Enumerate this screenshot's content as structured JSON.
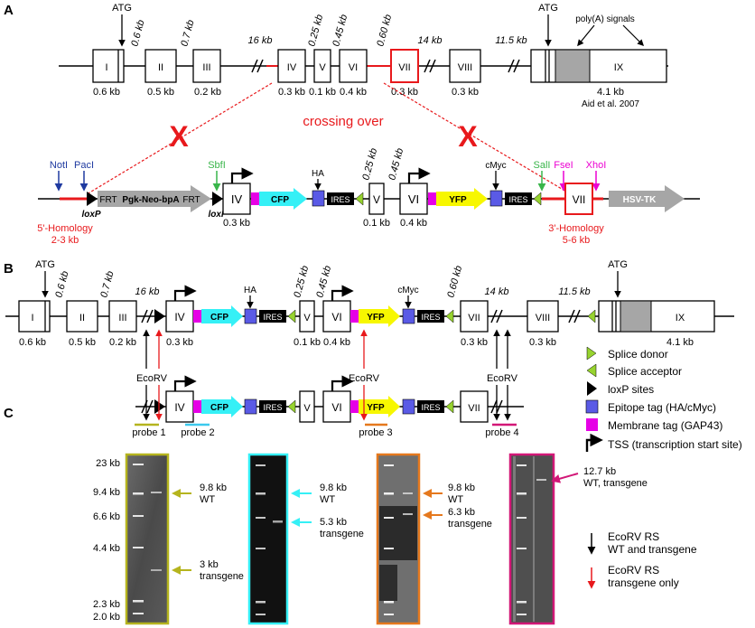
{
  "panels": {
    "a": "A",
    "b": "B",
    "c": "C"
  },
  "colors": {
    "red": "#e8191c",
    "blue": "#1f3aa0",
    "green": "#39b54a",
    "magenta": "#ec00d2",
    "cyan": "#35f0f6",
    "yellow": "#f7f700",
    "epitope": "#5a5ae6",
    "membrane": "#e600e6",
    "grey": "#a6a6a6",
    "donor": "#97d32f",
    "probe1": "#b5b41e",
    "probe2": "#3cc9ed",
    "probe3": "#e5781d",
    "probe4": "#d21777"
  },
  "panel_a": {
    "gene": {
      "atg1": "ATG",
      "atg2": "ATG",
      "polya": "poly(A) signals",
      "aid": "Aid et al. 2007",
      "exons": {
        "e1": "I",
        "e2": "II",
        "e3": "III",
        "e4": "IV",
        "e5": "V",
        "e6": "VI",
        "e7": "VII",
        "e8": "VIII",
        "e9": "IX"
      },
      "sizes": {
        "e1": "0.6 kb",
        "e2": "0.5 kb",
        "e3": "0.2 kb",
        "e4": "0.3 kb",
        "e5": "0.1 kb",
        "e6": "0.4 kb",
        "e7": "0.3 kb",
        "e8": "0.3 kb",
        "e9": "4.1 kb"
      },
      "introns": {
        "i1": "0.6 kb",
        "i2": "0.7 kb",
        "i3": "16 kb",
        "i4": "0.25 kb",
        "i5": "0.45 kb",
        "i6": "0.60 kb",
        "i7": "14 kb",
        "i8": "11.5 kb"
      }
    },
    "crossing_over": "crossing over",
    "x_mark": "X",
    "vector": {
      "noti": "NotI",
      "paci": "PacI",
      "sbfi": "SbfI",
      "sali": "SalI",
      "fsei": "FseI",
      "xhoi": "XhoI",
      "ha": "HA",
      "cmyc": "cMyc",
      "loxp": "loxP",
      "frt": "FRT",
      "neo": "Pgk-Neo-bpA",
      "cfp": "CFP",
      "yfp": "YFP",
      "ires": "IRES",
      "hsvtk": "HSV-TK",
      "exons": {
        "e4": "IV",
        "e5": "V",
        "e6": "VI",
        "e7": "VII"
      },
      "sizes": {
        "e4": "0.3 kb",
        "e5": "0.1 kb",
        "e6": "0.4 kb"
      },
      "introns": {
        "i4": "0.25 kb",
        "i5": "0.45 kb"
      },
      "homology5": "5'-Homology",
      "homology5_size": "2-3 kb",
      "homology3": "3'-Homology",
      "homology3_size": "5-6 kb"
    }
  },
  "panel_b": {
    "atg1": "ATG",
    "atg2": "ATG",
    "ha": "HA",
    "cmyc": "cMyc",
    "exons": {
      "e1": "I",
      "e2": "II",
      "e3": "III",
      "e4": "IV",
      "e5": "V",
      "e6": "VI",
      "e7": "VII",
      "e8": "VIII",
      "e9": "IX"
    },
    "sizes": {
      "e1": "0.6 kb",
      "e2": "0.5 kb",
      "e3": "0.2 kb",
      "e4": "0.3 kb",
      "e5": "0.1 kb",
      "e6": "0.4 kb",
      "e7": "0.3 kb",
      "e8": "0.3 kb",
      "e9": "4.1 kb"
    },
    "introns": {
      "i1": "0.6 kb",
      "i2": "0.7 kb",
      "i3": "16 kb",
      "i4": "0.25 kb",
      "i5": "0.45 kb",
      "i6": "0.60 kb",
      "i7": "14 kb",
      "i8": "11.5 kb"
    },
    "cfp": "CFP",
    "yfp": "YFP",
    "ires": "IRES",
    "ecorv": "EcoRV"
  },
  "legend": {
    "donor": "Splice donor",
    "acceptor": "Splice acceptor",
    "loxp": "loxP sites",
    "epitope": "Epitope tag (HA/cMyc)",
    "membrane": "Membrane tag (GAP43)",
    "tss": "TSS (transcription start site)",
    "rs_both_1": "EcoRV RS",
    "rs_both_2": "WT and transgene",
    "rs_tg_1": "EcoRV RS",
    "rs_tg_2": "transgene only"
  },
  "panel_c": {
    "map": {
      "exons": {
        "e4": "IV",
        "e5": "V",
        "e6": "VI",
        "e7": "VII"
      },
      "cfp": "CFP",
      "yfp": "YFP",
      "ires": "IRES"
    },
    "probes": {
      "p1": "probe 1",
      "p2": "probe 2",
      "p3": "probe 3",
      "p4": "probe 4"
    },
    "ladder": [
      "23 kb",
      "9.4 kb",
      "6.6 kb",
      "4.4 kb",
      "2.3 kb",
      "2.0 kb"
    ],
    "blot1": {
      "band1": "9.8 kb",
      "band1b": "WT",
      "band2": "3 kb",
      "band2b": "transgene"
    },
    "blot2": {
      "band1": "9.8 kb",
      "band1b": "WT",
      "band2": "5.3 kb",
      "band2b": "transgene"
    },
    "blot3": {
      "band1": "9.8 kb",
      "band1b": "WT",
      "band2": "6.3 kb",
      "band2b": "transgene"
    },
    "blot4": {
      "band1": "12.7 kb",
      "band1b": "WT, transgene"
    }
  }
}
